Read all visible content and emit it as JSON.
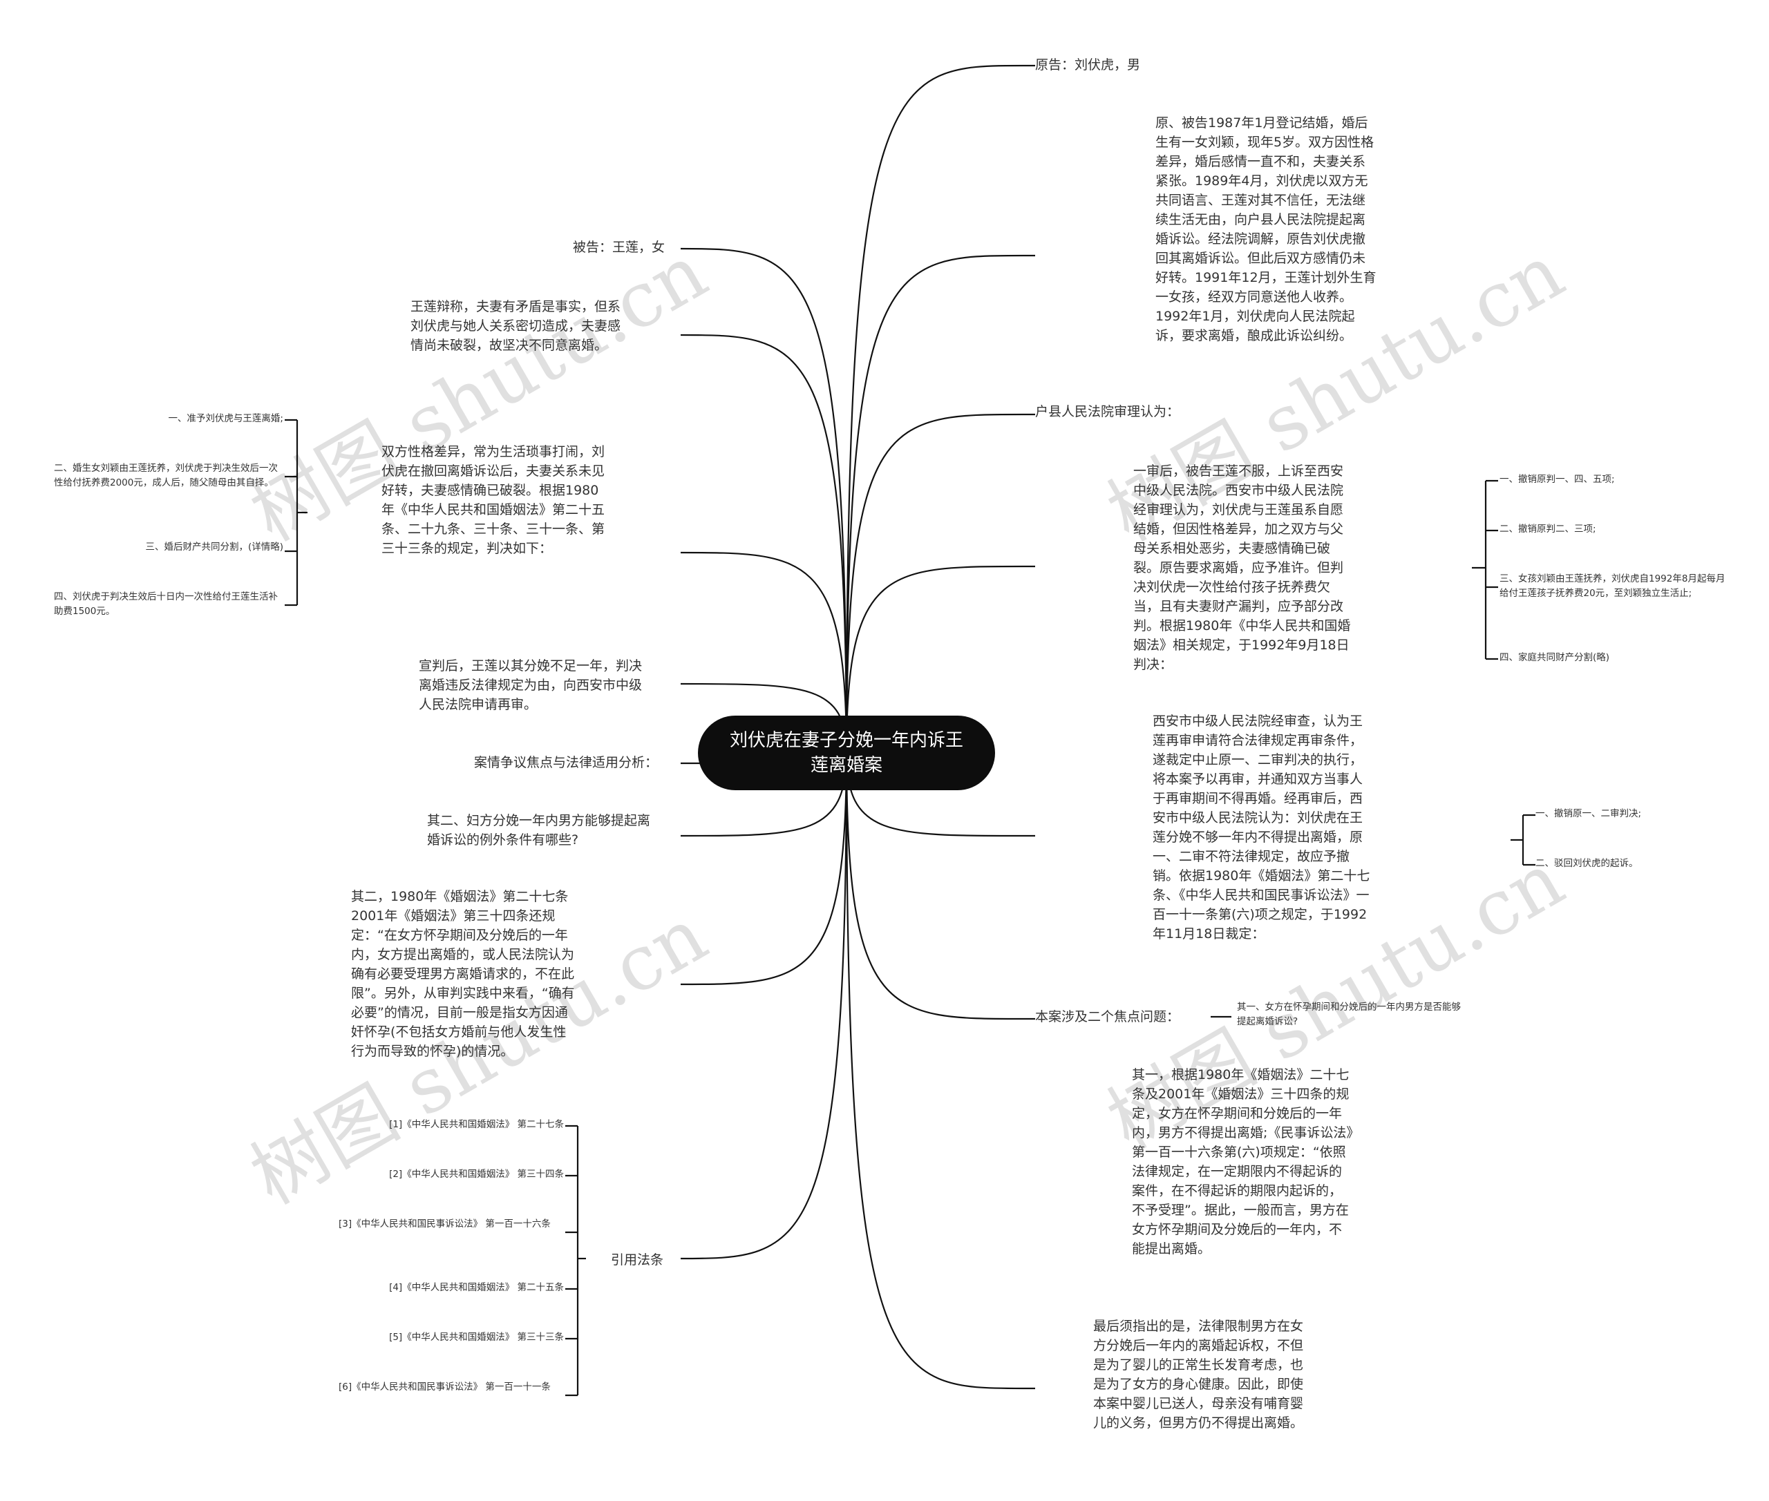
{
  "watermark": "树图 shutu.cn",
  "root": {
    "label": "刘伏虎在妻子分娩一年内诉王莲离婚案"
  },
  "right": {
    "plaintiff": "原告：刘伏虎，男",
    "facts": "原、被告1987年1月登记结婚，婚后生有一女刘颖，现年5岁。双方因性格差异，婚后感情一直不和，夫妻关系紧张。1989年4月，刘伏虎以双方无共同语言、王莲对其不信任，无法继续生活无由，向户县人民法院提起离婚诉讼。经法院调解，原告刘伏虎撤回其离婚诉讼。但此后双方感情仍未好转。1991年12月，王莲计划外生育一女孩，经双方同意送他人收养。1992年1月，刘伏虎向人民法院起诉，要求离婚，酿成此诉讼纠纷。",
    "huxian_court": "户县人民法院审理认为：",
    "appeal": "一审后，被告王莲不服，上诉至西安中级人民法院。西安市中级人民法院经审理认为，刘伏虎与王莲虽系自愿结婚，但因性格差异，加之双方与父母关系相处恶劣，夫妻感情确已破裂。原告要求离婚，应予准许。但判决刘伏虎一次性给付孩子抚养费欠当，且有夫妻财产漏判，应予部分改判。根据1980年《中华人民共和国婚姻法》相关规定，于1992年9月18日判决：",
    "appeal_items": [
      "一、撤销原判一、四、五项;",
      "二、撤销原判二、三项;",
      "三、女孩刘颖由王莲抚养，刘伏虎自1992年8月起每月给付王莲孩子抚养费20元，至刘颖独立生活止;",
      "四、家庭共同财产分割(略)"
    ],
    "retrial": "西安市中级人民法院经审查，认为王莲再审申请符合法律规定再审条件，遂裁定中止原一、二审判决的执行，将本案予以再审，并通知双方当事人于再审期间不得再婚。经再审后，西安市中级人民法院认为：刘伏虎在王莲分娩不够一年内不得提出离婚，原一、二审不符法律规定，故应予撤销。依据1980年《婚姻法》第二十七条、《中华人民共和国民事诉讼法》一百一十一条第(六)项之规定，于1992年11月18日裁定：",
    "retrial_items": [
      "一、撤销原一、二审判决;",
      "二、驳回刘伏虎的起诉。"
    ],
    "two_issues": "本案涉及二个焦点问题：",
    "issue_one": "其一、女方在怀孕期间和分娩后的一年内男方是否能够提起离婚诉讼?",
    "first_point": "其一，根据1980年《婚姻法》二十七条及2001年《婚姻法》三十四条的规定，女方在怀孕期间和分娩后的一年内，男方不得提出离婚;《民事诉讼法》第一百一十六条第(六)项规定：“依照法律规定，在一定期限内不得起诉的案件，在不得起诉的期限内起诉的，不予受理”。据此，一般而言，男方在女方怀孕期间及分娩后的一年内，不能提出离婚。",
    "final_note": "最后须指出的是，法律限制男方在女方分娩后一年内的离婚起诉权，不但是为了婴儿的正常生长发育考虑，也是为了女方的身心健康。因此，即使本案中婴儿已送人，母亲没有哺育婴儿的义务，但男方仍不得提出离婚。"
  },
  "left": {
    "defendant": "被告：王莲，女",
    "defense": "王莲辩称，夫妻有矛盾是事实，但系刘伏虎与她人关系密切造成，夫妻感情尚未破裂，故坚决不同意离婚。",
    "first_judgment": "双方性格差异，常为生活琐事打闹，刘伏虎在撤回离婚诉讼后，夫妻关系未见好转，夫妻感情确已破裂。根据1980年《中华人民共和国婚姻法》第二十五条、二十九条、三十条、三十一条、第三十三条的规定，判决如下：",
    "judgment_items": [
      "一、准予刘伏虎与王莲离婚;",
      "二、婚生女刘颖由王莲抚养，刘伏虎于判决生效后一次性给付抚养费2000元，成人后，随父随母由其自择。",
      "三、婚后财产共同分割，(详情略)",
      "四、刘伏虎于判决生效后十日内一次性给付王莲生活补助费1500元。"
    ],
    "retrial_application": "宣判后，王莲以其分娩不足一年，判决离婚违反法律规定为由，向西安市中级人民法院申请再审。",
    "dispute_analysis": "案情争议焦点与法律适用分析：",
    "issue_two": "其二、妇方分娩一年内男方能够提起离婚诉讼的例外条件有哪些?",
    "second_point": "其二，1980年《婚姻法》第二十七条2001年《婚姻法》第三十四条还规定：“在女方怀孕期间及分娩后的一年内，女方提出离婚的，或人民法院认为确有必要受理男方离婚请求的，不在此限”。另外，从审判实践中来看，“确有必要”的情况，目前一般是指女方因通奸怀孕(不包括女方婚前与他人发生性行为而导致的怀孕)的情况。",
    "cited_laws_label": "引用法条",
    "cited_laws": [
      "[1]《中华人民共和国婚姻法》 第二十七条",
      "[2]《中华人民共和国婚姻法》 第三十四条",
      "[3]《中华人民共和国民事诉讼法》 第一百一十六条",
      "[4]《中华人民共和国婚姻法》 第二十五条",
      "[5]《中华人民共和国婚姻法》 第三十三条",
      "[6]《中华人民共和国民事诉讼法》 第一百一十一条"
    ]
  }
}
